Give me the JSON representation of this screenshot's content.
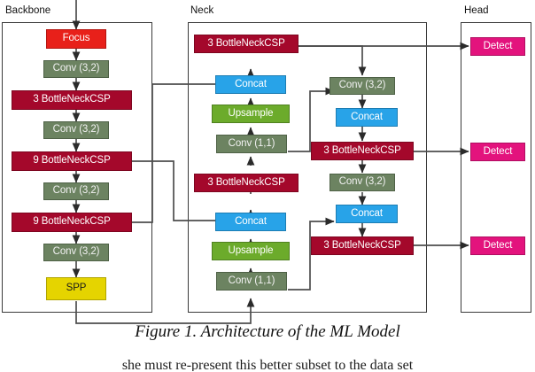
{
  "figure": {
    "caption": "Figure 1. Architecture of the ML Model",
    "body_text_fragment": "she must re-present this better subset to the data set",
    "palette": {
      "focus": "#e8201a",
      "conv": "#6c8361",
      "bottleneckcsp": "#a4082b",
      "spp": "#e5d400",
      "concat": "#28a3e8",
      "upsample": "#6cab2b",
      "detect": "#e3137d",
      "wire": "#4d4d4d",
      "group_border": "#3a3a3a"
    }
  },
  "groups": [
    {
      "id": "backbone",
      "label": "Backbone"
    },
    {
      "id": "neck",
      "label": "Neck"
    },
    {
      "id": "head",
      "label": "Head"
    }
  ],
  "backbone": {
    "label": "Backbone",
    "nodes": [
      {
        "id": "focus",
        "label": "Focus",
        "type": "focus"
      },
      {
        "id": "conv1",
        "label": "Conv (3,2)",
        "type": "conv"
      },
      {
        "id": "bcsp3a",
        "label": "3 BottleNeckCSP",
        "type": "bottleneckcsp"
      },
      {
        "id": "conv2",
        "label": "Conv (3,2)",
        "type": "conv"
      },
      {
        "id": "bcsp9a",
        "label": "9 BottleNeckCSP",
        "type": "bottleneckcsp"
      },
      {
        "id": "conv3",
        "label": "Conv (3,2)",
        "type": "conv"
      },
      {
        "id": "bcsp9b",
        "label": "9 BottleNeckCSP",
        "type": "bottleneckcsp"
      },
      {
        "id": "conv4",
        "label": "Conv (3,2)",
        "type": "conv"
      },
      {
        "id": "spp",
        "label": "SPP",
        "type": "spp"
      }
    ]
  },
  "neck": {
    "label": "Neck",
    "left_column": [
      {
        "id": "n-bcsp-top",
        "label": "3 BottleNeckCSP",
        "type": "bottleneckcsp"
      },
      {
        "id": "n-concat-top",
        "label": "Concat",
        "type": "concat"
      },
      {
        "id": "n-up-top",
        "label": "Upsample",
        "type": "upsample"
      },
      {
        "id": "n-conv11-top",
        "label": "Conv (1,1)",
        "type": "conv"
      },
      {
        "id": "n-bcsp-mid",
        "label": "3 BottleNeckCSP",
        "type": "bottleneckcsp"
      },
      {
        "id": "n-concat-mid",
        "label": "Concat",
        "type": "concat"
      },
      {
        "id": "n-up-bot",
        "label": "Upsample",
        "type": "upsample"
      },
      {
        "id": "n-conv11-bot",
        "label": "Conv (1,1)",
        "type": "conv"
      }
    ],
    "right_column": [
      {
        "id": "r-conv32-top",
        "label": "Conv (3,2)",
        "type": "conv"
      },
      {
        "id": "r-concat-top",
        "label": "Concat",
        "type": "concat"
      },
      {
        "id": "r-bcsp-top",
        "label": "3 BottleNeckCSP",
        "type": "bottleneckcsp"
      },
      {
        "id": "r-conv32-bot",
        "label": "Conv (3,2)",
        "type": "conv"
      },
      {
        "id": "r-concat-bot",
        "label": "Concat",
        "type": "concat"
      },
      {
        "id": "r-bcsp-bot",
        "label": "3 BottleNeckCSP",
        "type": "bottleneckcsp"
      }
    ]
  },
  "head": {
    "label": "Head",
    "nodes": [
      {
        "id": "detect1",
        "label": "Detect",
        "type": "detect"
      },
      {
        "id": "detect2",
        "label": "Detect",
        "type": "detect"
      },
      {
        "id": "detect3",
        "label": "Detect",
        "type": "detect"
      }
    ]
  }
}
